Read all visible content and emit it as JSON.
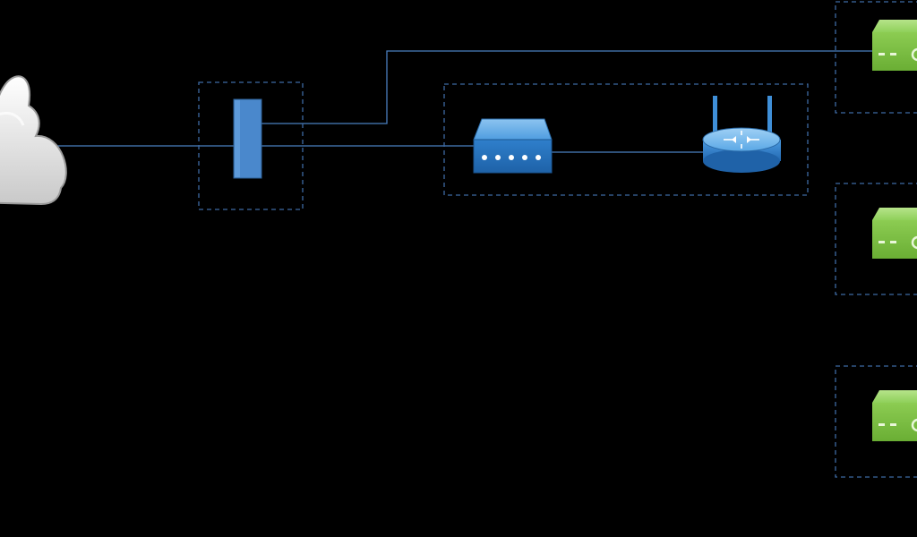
{
  "diagram": {
    "title": "",
    "background": "#000000",
    "colors": {
      "link_line": "#4a7fc0",
      "group_border": "#3e6aa3",
      "splitter": "#4a88cc",
      "modem": "#3a86d0",
      "router": "#3f8fd8",
      "server": "#86c74c",
      "cloud": "#e4e4e4"
    },
    "nodes": [
      {
        "id": "internet",
        "icon": "cloud-icon",
        "label": ""
      },
      {
        "id": "splitter",
        "icon": "patch-panel-icon",
        "label": ""
      },
      {
        "id": "modem",
        "icon": "modem-icon",
        "label": ""
      },
      {
        "id": "wifi-router",
        "icon": "wireless-router-icon",
        "label": ""
      },
      {
        "id": "server-1",
        "icon": "server-icon",
        "label": ""
      },
      {
        "id": "server-2",
        "icon": "server-icon",
        "label": ""
      },
      {
        "id": "server-3",
        "icon": "server-icon",
        "label": ""
      }
    ],
    "groups": [
      {
        "id": "splitter-group",
        "label": ""
      },
      {
        "id": "home-network-group",
        "label": ""
      },
      {
        "id": "server-1-group",
        "label": ""
      },
      {
        "id": "server-2-group",
        "label": ""
      },
      {
        "id": "server-3-group",
        "label": ""
      }
    ],
    "links": [
      {
        "from": "internet",
        "to": "splitter"
      },
      {
        "from": "splitter",
        "to": "modem"
      },
      {
        "from": "splitter",
        "to": "server-1"
      },
      {
        "from": "modem",
        "to": "wifi-router"
      }
    ]
  }
}
